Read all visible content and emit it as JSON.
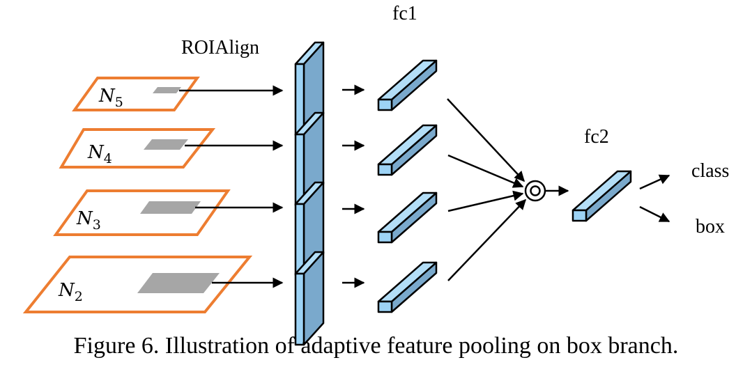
{
  "colors": {
    "plane_border": "#ED7D31",
    "roi_fill": "#A6A6A6",
    "block_front": "#9DD3F5",
    "block_top": "#B3DEF7",
    "block_side": "#7AA9CC",
    "outline": "#000000"
  },
  "labels": {
    "roialign": "ROIAlign",
    "fc1": "fc1",
    "fc2": "fc2",
    "class": "class",
    "box": "box",
    "fusion_symbol": "element-wise max/sum fusion"
  },
  "levels": [
    {
      "name": "N",
      "sub": "5"
    },
    {
      "name": "N",
      "sub": "4"
    },
    {
      "name": "N",
      "sub": "3"
    },
    {
      "name": "N",
      "sub": "2"
    }
  ],
  "caption": "Figure 6. Illustration of adaptive feature pooling on box branch."
}
